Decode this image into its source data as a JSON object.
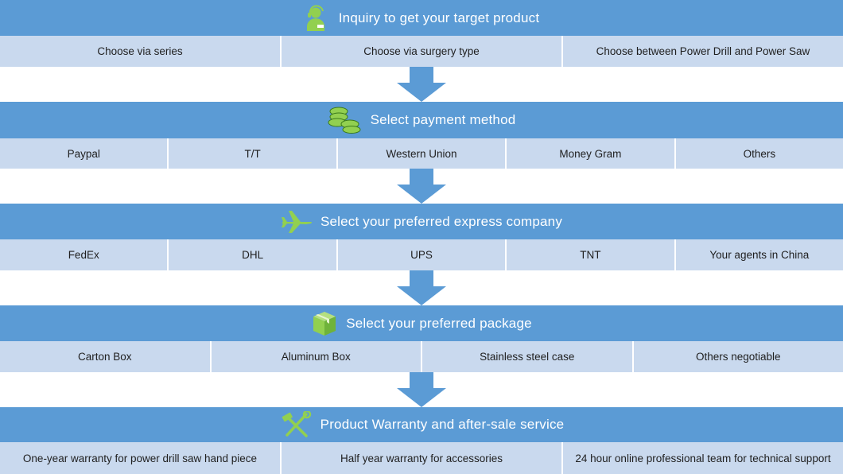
{
  "steps": [
    {
      "title": "Inquiry to get your target product",
      "icon": "customer-service-icon",
      "options": [
        "Choose via series",
        "Choose via surgery type",
        "Choose  between Power Drill and Power Saw"
      ]
    },
    {
      "title": "Select payment method",
      "icon": "coins-icon",
      "options": [
        "Paypal",
        "T/T",
        "Western Union",
        "Money Gram",
        "Others"
      ]
    },
    {
      "title": "Select your preferred express company",
      "icon": "airplane-icon",
      "options": [
        "FedEx",
        "DHL",
        "UPS",
        "TNT",
        "Your agents in China"
      ]
    },
    {
      "title": "Select your preferred package",
      "icon": "package-box-icon",
      "options": [
        "Carton Box",
        "Aluminum Box",
        "Stainless steel case",
        "Others negotiable"
      ]
    },
    {
      "title": "Product Warranty and after-sale service",
      "icon": "tools-icon",
      "options": [
        "One-year warranty for power drill saw hand piece",
        "Half year warranty for accessories",
        "24 hour online professional team for technical support"
      ]
    }
  ],
  "colors": {
    "band": "#5b9bd5",
    "cell": "#c9d9ee",
    "arrow": "#5b9bd5",
    "icon": "#92d050"
  }
}
